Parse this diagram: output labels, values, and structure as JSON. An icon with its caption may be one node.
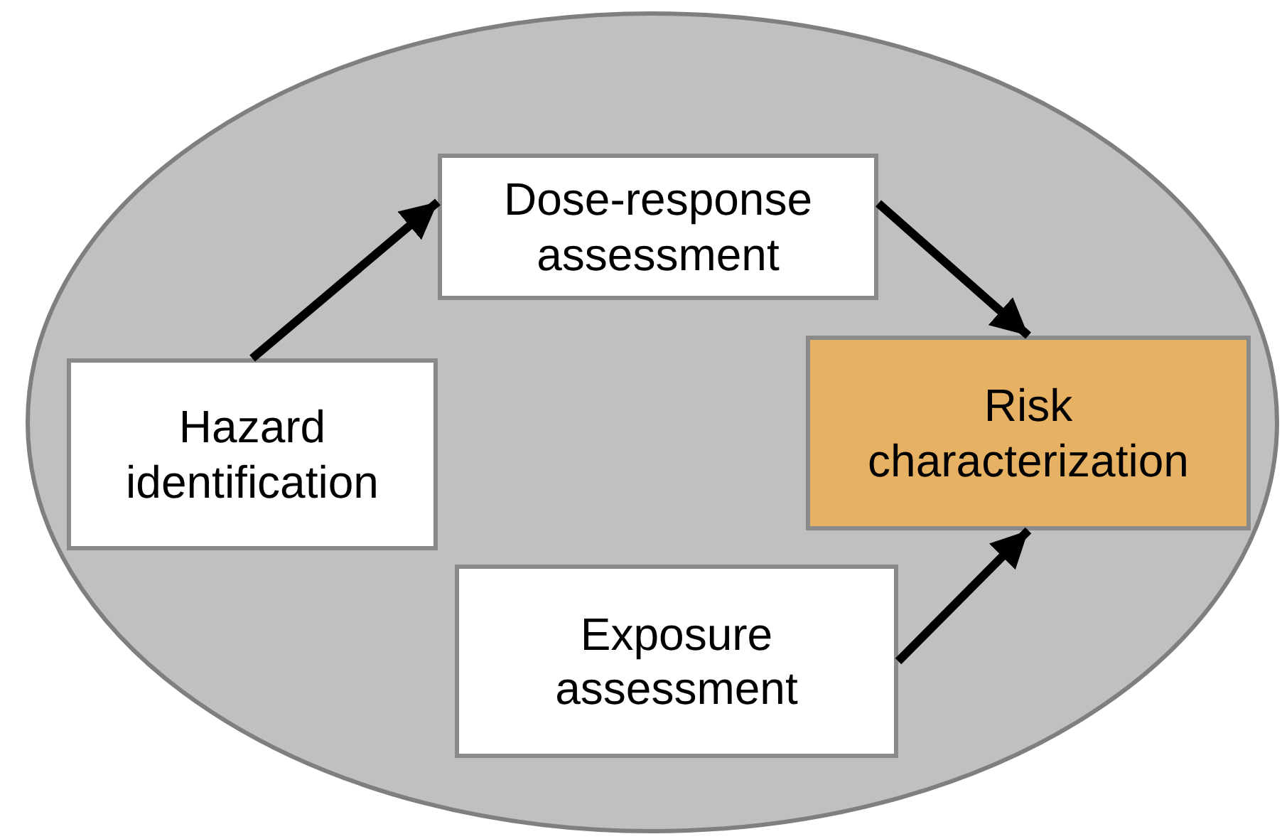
{
  "diagram": {
    "nodes": [
      {
        "text": [],
        "shape": "ellipse"
      },
      {
        "text": [
          "Dose-response assessment"
        ],
        "in": 0
      },
      {
        "text": [
          "Hazard identification"
        ],
        "in": 0
      },
      {
        "text": [
          "Risk characterization"
        ],
        "in": 0
      },
      {
        "text": [
          "Exposure assessment"
        ],
        "in": 0
      }
    ],
    "edges": [
      {
        "from": 2,
        "to": 1,
        "arrow": "to"
      },
      {
        "from": 1,
        "to": 3,
        "arrow": "to"
      },
      {
        "from": 4,
        "to": 3,
        "arrow": "to"
      }
    ]
  }
}
